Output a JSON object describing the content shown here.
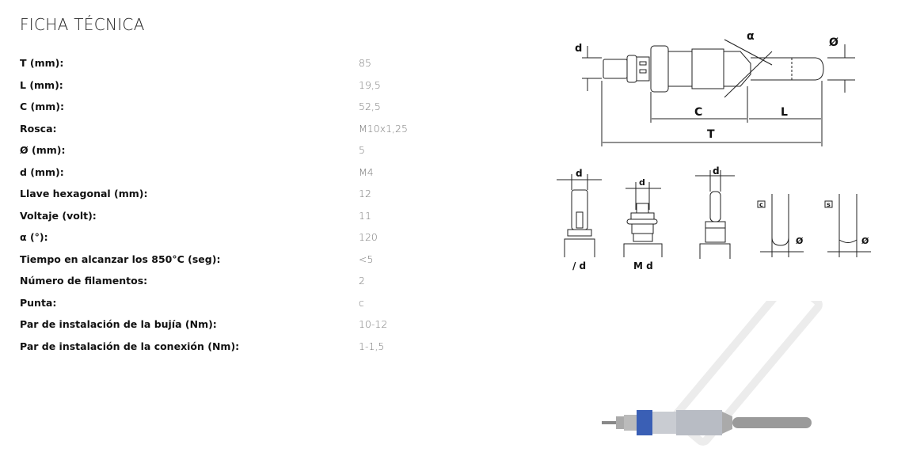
{
  "section": {
    "title": "FICHA TÉCNICA"
  },
  "specs": [
    {
      "label": "T (mm):",
      "value": "85"
    },
    {
      "label": "L (mm):",
      "value": "19,5"
    },
    {
      "label": "C (mm):",
      "value": "52,5"
    },
    {
      "label": "Rosca:",
      "value": "M10x1,25"
    },
    {
      "label": "Ø (mm):",
      "value": "5"
    },
    {
      "label": "d (mm):",
      "value": "M4"
    },
    {
      "label": "Llave hexagonal (mm):",
      "value": "12"
    },
    {
      "label": "Voltaje (volt):",
      "value": "11"
    },
    {
      "label": "α (°):",
      "value": "120"
    },
    {
      "label": "Tiempo en alcanzar los 850°C (seg):",
      "value": "<5"
    },
    {
      "label": "Número de filamentos:",
      "value": "2"
    },
    {
      "label": "Punta:",
      "value": "c"
    },
    {
      "label": "Par de instalación de la bujía (Nm):",
      "value": "10-12"
    },
    {
      "label": "Par de instalación de la conexión (Nm):",
      "value": "1-1,5"
    }
  ],
  "diagram": {
    "d": "d",
    "alpha": "α",
    "diameter": "Ø",
    "C": "C",
    "L": "L",
    "T": "T",
    "connector_flat": "/ d",
    "connector_thread": "M d",
    "tip_c": "c",
    "tip_s": "s"
  }
}
